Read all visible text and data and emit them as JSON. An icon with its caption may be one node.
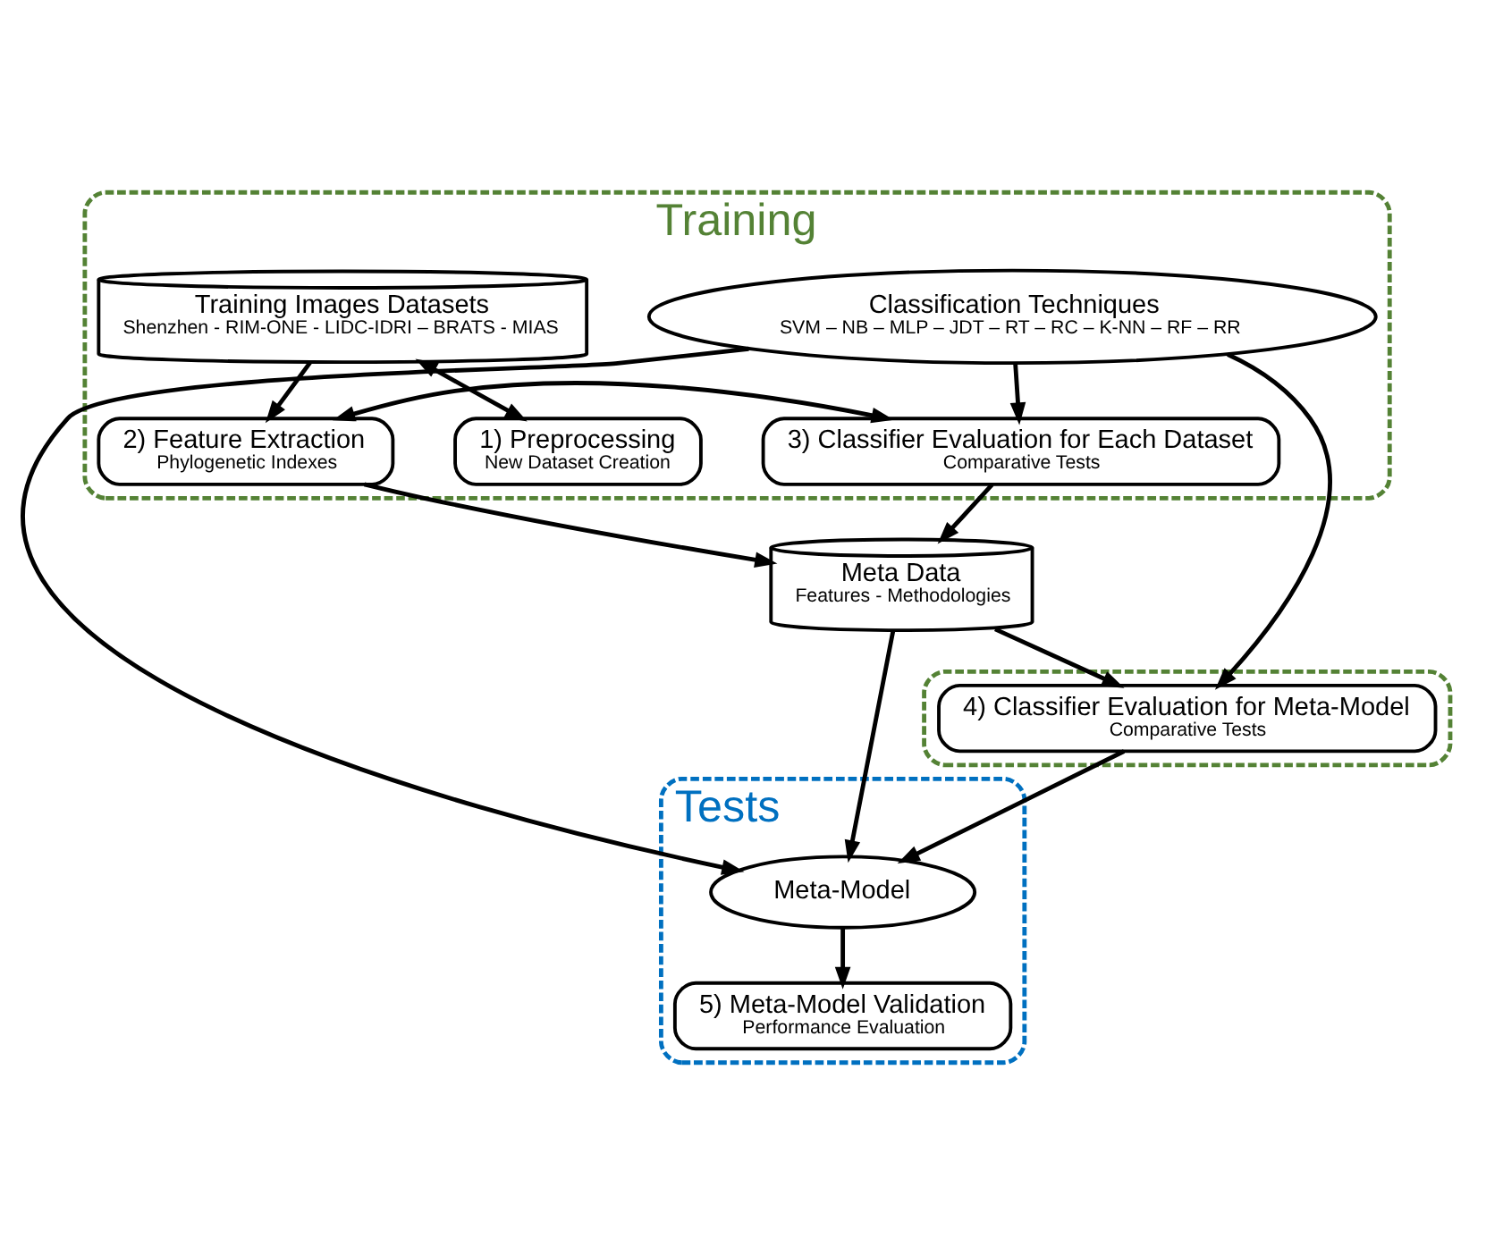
{
  "diagram": {
    "nodes": [
      {
        "text": [
          "Training"
        ]
      },
      {
        "text": [
          "Training Images Datasets",
          "Shenzhen - RIM-ONE - LIDC-IDRI – BRATS - MIAS"
        ],
        "in": 0
      },
      {
        "text": [
          "Classification Techniques",
          "SVM – NB – MLP – JDT – RT – RC – K-NN – RF – RR"
        ],
        "in": 0
      },
      {
        "text": [
          "1) Preprocessing",
          "New Dataset Creation"
        ],
        "in": 0
      },
      {
        "text": [
          "2) Feature Extraction",
          "Phylogenetic Indexes"
        ],
        "in": 0
      },
      {
        "text": [
          "3) Classifier Evaluation for Each Dataset",
          "Comparative Tests"
        ],
        "in": 0
      },
      {
        "text": [
          "Tests"
        ]
      },
      {
        "text": [
          "Meta Data",
          "Features - Methodologies"
        ]
      },
      {
        "text": [
          "Meta-Model"
        ],
        "in": 6
      },
      {
        "text": [
          "5) Meta-Model Validation",
          "Performance Evaluation"
        ],
        "in": 6
      },
      {
        "text": [],
        "shape": "box"
      },
      {
        "text": [
          "4) Classifier Evaluation for Meta-Model",
          "Comparative Tests"
        ],
        "in": 10
      }
    ],
    "edges": [
      {
        "from": 1,
        "to": 3,
        "arrow": "both"
      },
      {
        "from": 1,
        "to": 4,
        "arrow": "to"
      },
      {
        "from": 2,
        "to": 5,
        "arrow": "to"
      },
      {
        "from": 4,
        "to": 5,
        "arrow": "both"
      },
      {
        "from": 4,
        "to": 7,
        "arrow": "to"
      },
      {
        "from": 5,
        "to": 7,
        "arrow": "to"
      },
      {
        "from": 7,
        "to": 8,
        "arrow": "to"
      },
      {
        "from": 7,
        "to": 11,
        "arrow": "to"
      },
      {
        "from": 2,
        "to": 8,
        "arrow": "to"
      },
      {
        "from": 2,
        "to": 11,
        "arrow": "to"
      },
      {
        "from": 11,
        "to": 8,
        "arrow": "to"
      },
      {
        "from": 8,
        "to": 9,
        "arrow": "to"
      }
    ]
  }
}
